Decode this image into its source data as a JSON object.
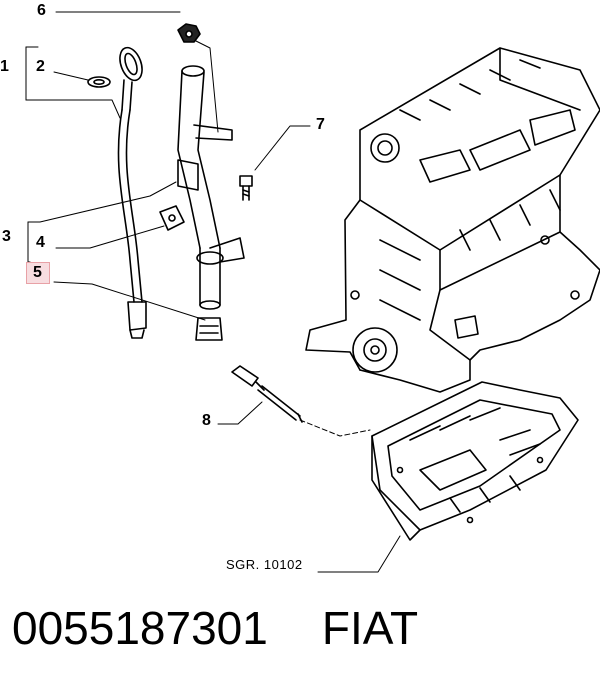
{
  "callouts": {
    "c1": "1",
    "c2": "2",
    "c3": "3",
    "c4": "4",
    "c5": "5",
    "c6": "6",
    "c7": "7",
    "c8": "8"
  },
  "highlight_color": "#f7dde0",
  "diagram_code": "SGR. 10102",
  "part_number": "0055187301",
  "brand": "FIAT"
}
